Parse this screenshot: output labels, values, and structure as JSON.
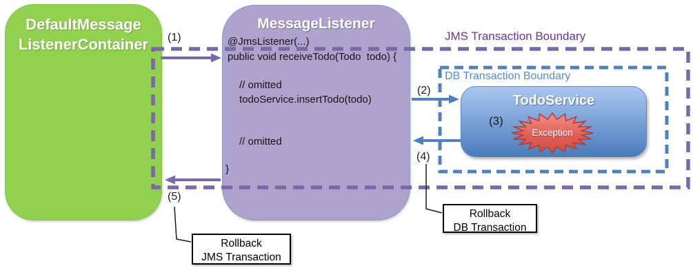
{
  "diagram": {
    "containers": {
      "dmlc": {
        "title_line1": "DefaultMessage",
        "title_line2": "ListenerContainer"
      },
      "listener": {
        "title": "MessageListener"
      },
      "todo_service": {
        "title": "TodoService"
      },
      "exception": {
        "label": "Exception"
      }
    },
    "code": {
      "annotation": "@JmsListener(...)",
      "method_signature": "public void receiveTodo(Todo  todo) {",
      "comment1": "// omitted",
      "service_call": "todoService.insertTodo(todo)",
      "comment2": "// omitted",
      "closing_brace": "}"
    },
    "boundaries": {
      "jms_label": "JMS Transaction Boundary",
      "db_label": "DB Transaction Boundary"
    },
    "steps": {
      "step1": "(1)",
      "step2": "(2)",
      "step3": "(3)",
      "step4": "(4)",
      "step5": "(5)"
    },
    "callouts": {
      "db_rollback": {
        "line1": "Rollback",
        "line2": "DB Transaction"
      },
      "jms_rollback": {
        "line1": "Rollback",
        "line2": "JMS Transaction"
      }
    },
    "colors": {
      "container_green": "#92d050",
      "listener_purple": "#aea3cc",
      "todo_service_blue_top": "#aac7f0",
      "todo_service_blue_bottom": "#4a7cbc",
      "jms_boundary_dash": "#7b68a9",
      "jms_label_text": "#7030a0",
      "db_boundary_dash": "#4f81bd",
      "db_label_text": "#5a8ac6",
      "exception_red_top": "#f0918a",
      "exception_red_bottom": "#d34a40",
      "title_text": "#ffffff",
      "code_text": "#141414"
    }
  }
}
